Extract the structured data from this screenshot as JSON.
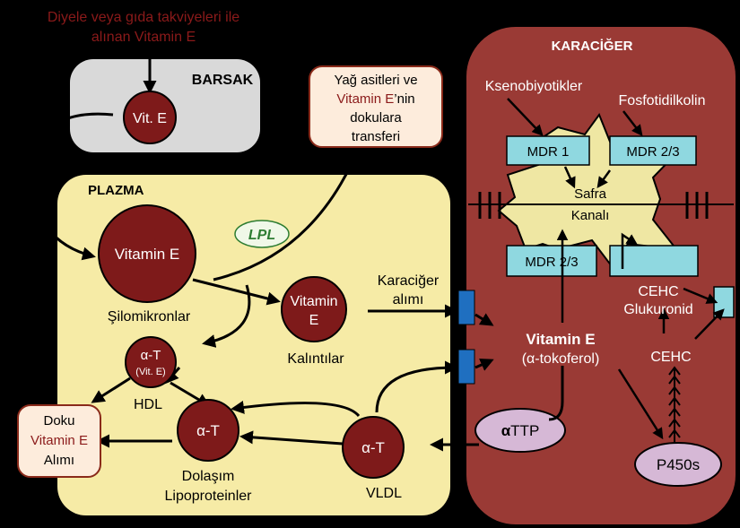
{
  "source": {
    "line1": "Diyele veya gıda takviyeleri ile",
    "line2": "alınan Vitamin E"
  },
  "barsak": {
    "title": "BARSAK",
    "node": "Vit. E"
  },
  "transfer_box": {
    "line1": "Yağ asitleri ve",
    "line2_highlight": "Vitamin E",
    "line2_rest": "’nin",
    "line3": "dokulara",
    "line4": "transferi"
  },
  "plazma": {
    "title": "PLAZMA",
    "lpl": "LPL",
    "chylomicron_node": "Vitamin E",
    "chylomicron_label": "Şilomikronlar",
    "remnant_node_l1": "Vitamin",
    "remnant_node_l2": "E",
    "remnant_label": "Kalıntılar",
    "hdl_node_l1": "α-T",
    "hdl_node_l2": "(Vit. E)",
    "hdl_label": "HDL",
    "circ_node": "α-T",
    "circ_label_l1": "Dolaşım",
    "circ_label_l2": "Lipoproteinler",
    "vldl_node": "α-T",
    "vldl_label": "VLDL",
    "liver_uptake_l1": "Karaciğer",
    "liver_uptake_l2": "alımı"
  },
  "tissue_box": {
    "line1": "Doku",
    "line2_highlight": "Vitamin E",
    "line3": "Alımı"
  },
  "karaciger": {
    "title": "KARACİĞER",
    "xeno": "Ksenobiyotikler",
    "phospho": "Fosfotidilkolin",
    "mdr1": "MDR 1",
    "mdr23_top": "MDR 2/3",
    "mdr23_bottom": "MDR 2/3",
    "bile_l1": "Safra",
    "bile_l2": "Kanalı",
    "vite_l1": "Vitamin E",
    "vite_l2": "(α-tokoferol)",
    "cehc_gluc_l1": "CEHC",
    "cehc_gluc_l2": "Glukuronid",
    "cehc": "CEHC",
    "attp_bold": "α",
    "attp_rest": "TTP",
    "p450": "P450s"
  },
  "colors": {
    "background": "#000000",
    "barsak_fill": "#d9d9d9",
    "plazma_fill": "#f6eba6",
    "liver_fill": "#9a3a35",
    "node_fill": "#7e1a1a",
    "box_fill": "#fdecdc",
    "box_stroke": "#8a2a1a",
    "highlight_text": "#8b1a1a",
    "transporter_fill": "#8fd8e0",
    "star_fill": "#efe7a3",
    "oval_fill": "#d6b8d6",
    "receptor_fill": "#1f6fc0",
    "lpl_fill": "#f0f8e8",
    "lpl_text": "#2e7d32"
  }
}
